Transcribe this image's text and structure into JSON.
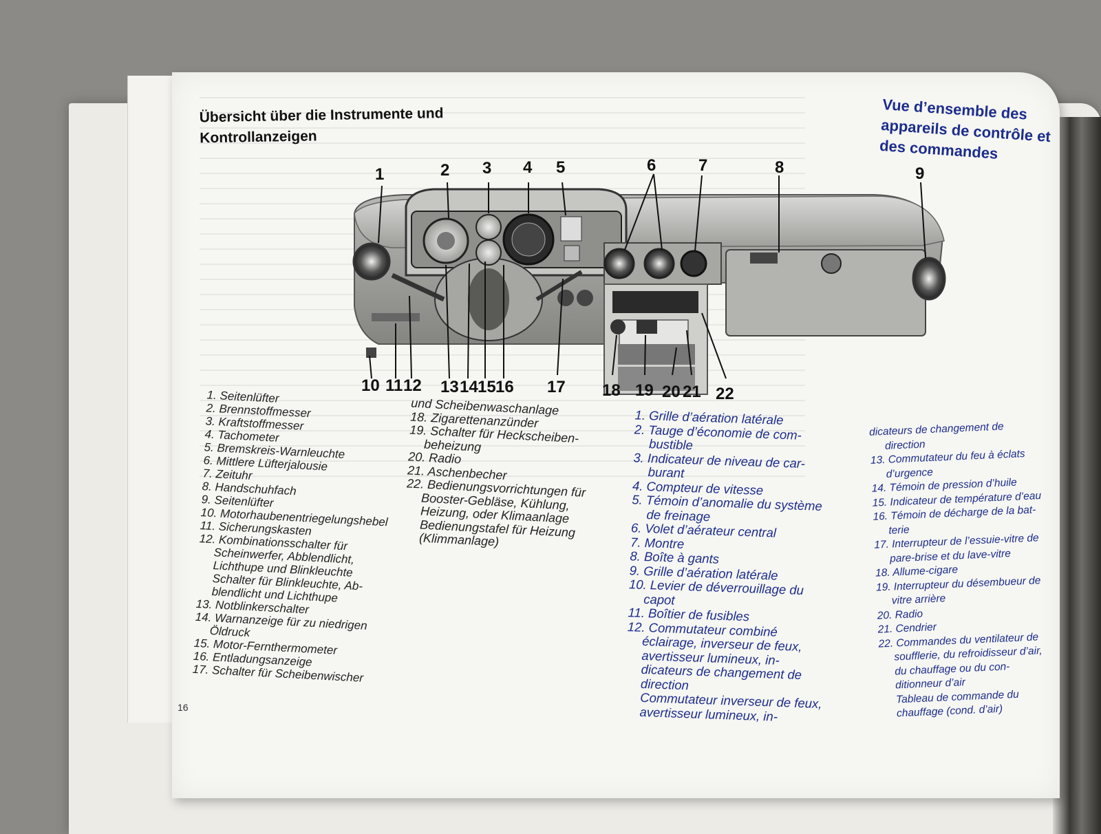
{
  "page": {
    "title_de": "Übersicht über die Instrumente und Kontrollanzeigen",
    "title_fr": "Vue d’ensemble des appareils de contrôle et des commandes",
    "page_number": "16"
  },
  "diagram": {
    "callouts": [
      "1",
      "2",
      "3",
      "4",
      "5",
      "6",
      "7",
      "8",
      "9",
      "10",
      "11",
      "12",
      "13",
      "14",
      "15",
      "16",
      "17",
      "18",
      "19",
      "20",
      "21",
      "22"
    ]
  },
  "legend_de": [
    "1. Seitenlüfter",
    "2. Brennstoffmesser",
    "3. Kraftstoffmesser",
    "4. Tachometer",
    "5. Bremskreis-Warnleuchte",
    "6. Mittlere Lüfterjalousie",
    "7. Zeituhr",
    "8. Handschuhfach",
    "9. Seitenlüfter",
    "10. Motorhaubenentriegelungshebel",
    "11. Sicherungskasten",
    "12. Kombinationsschalter für\nScheinwerfer, Abblendlicht,\nLichthupe und Blinkleuchte\nSchalter für Blinkleuchte, Ab-\nblendlicht und Lichthupe",
    "13. Notblinkerschalter",
    "14. Warnanzeige für zu niedrigen\nÖldruck",
    "15. Motor-Fernthermometer",
    "16. Entladungsanzeige",
    "17. Schalter für Scheibenwischer",
    "und Scheibenwaschanlage",
    "18. Zigarettenanzünder",
    "19. Schalter für Heckscheiben-\nbeheizung",
    "20. Radio",
    "21. Aschenbecher",
    "22. Bedienungsvorrichtungen für\nBooster-Gebläse, Kühlung,\nHeizung, oder Klimaanlage\nBedienungstafel für Heizung\n(Klimmanlage)"
  ],
  "legend_fr": [
    "1. Grille d’aération latérale",
    "2. Tauge d’économie de com-\nbustible",
    "3. Indicateur de niveau de car-\nburant",
    "4. Compteur de vitesse",
    "5. Témoin d’anomalie du système\nde freinage",
    "6. Volet d’aérateur central",
    "7. Montre",
    "8. Boîte à gants",
    "9. Grille d’aération latérale",
    "10. Levier de déverrouillage du\ncapot",
    "11. Boîtier de fusibles",
    "12. Commutateur combiné\néclairage, inverseur de feux,\navertisseur lumineux, in-\ndicateurs de changement de\ndirection\nCommutateur inverseur de feux,\navertisseur lumineux, in-",
    "dicateurs de changement de\ndirection",
    "13. Commutateur du feu à éclats\nd’urgence",
    "14. Témoin de pression d’huile",
    "15. Indicateur de température d’eau",
    "16. Témoin de décharge de la bat-\nterie",
    "17. Interrupteur de l’essuie-vitre de\npare-brise et du lave-vitre",
    "18. Allume-cigare",
    "19. Interrupteur du désembueur de\nvitre arrière",
    "20. Radio",
    "21. Cendrier",
    "22. Commandes du ventilateur de\nsoufflerie, du refroidisseur d’air,\ndu chauffage ou du con-\nditionneur d’air\nTableau de commande du\nchauffage (cond. d’air)"
  ]
}
